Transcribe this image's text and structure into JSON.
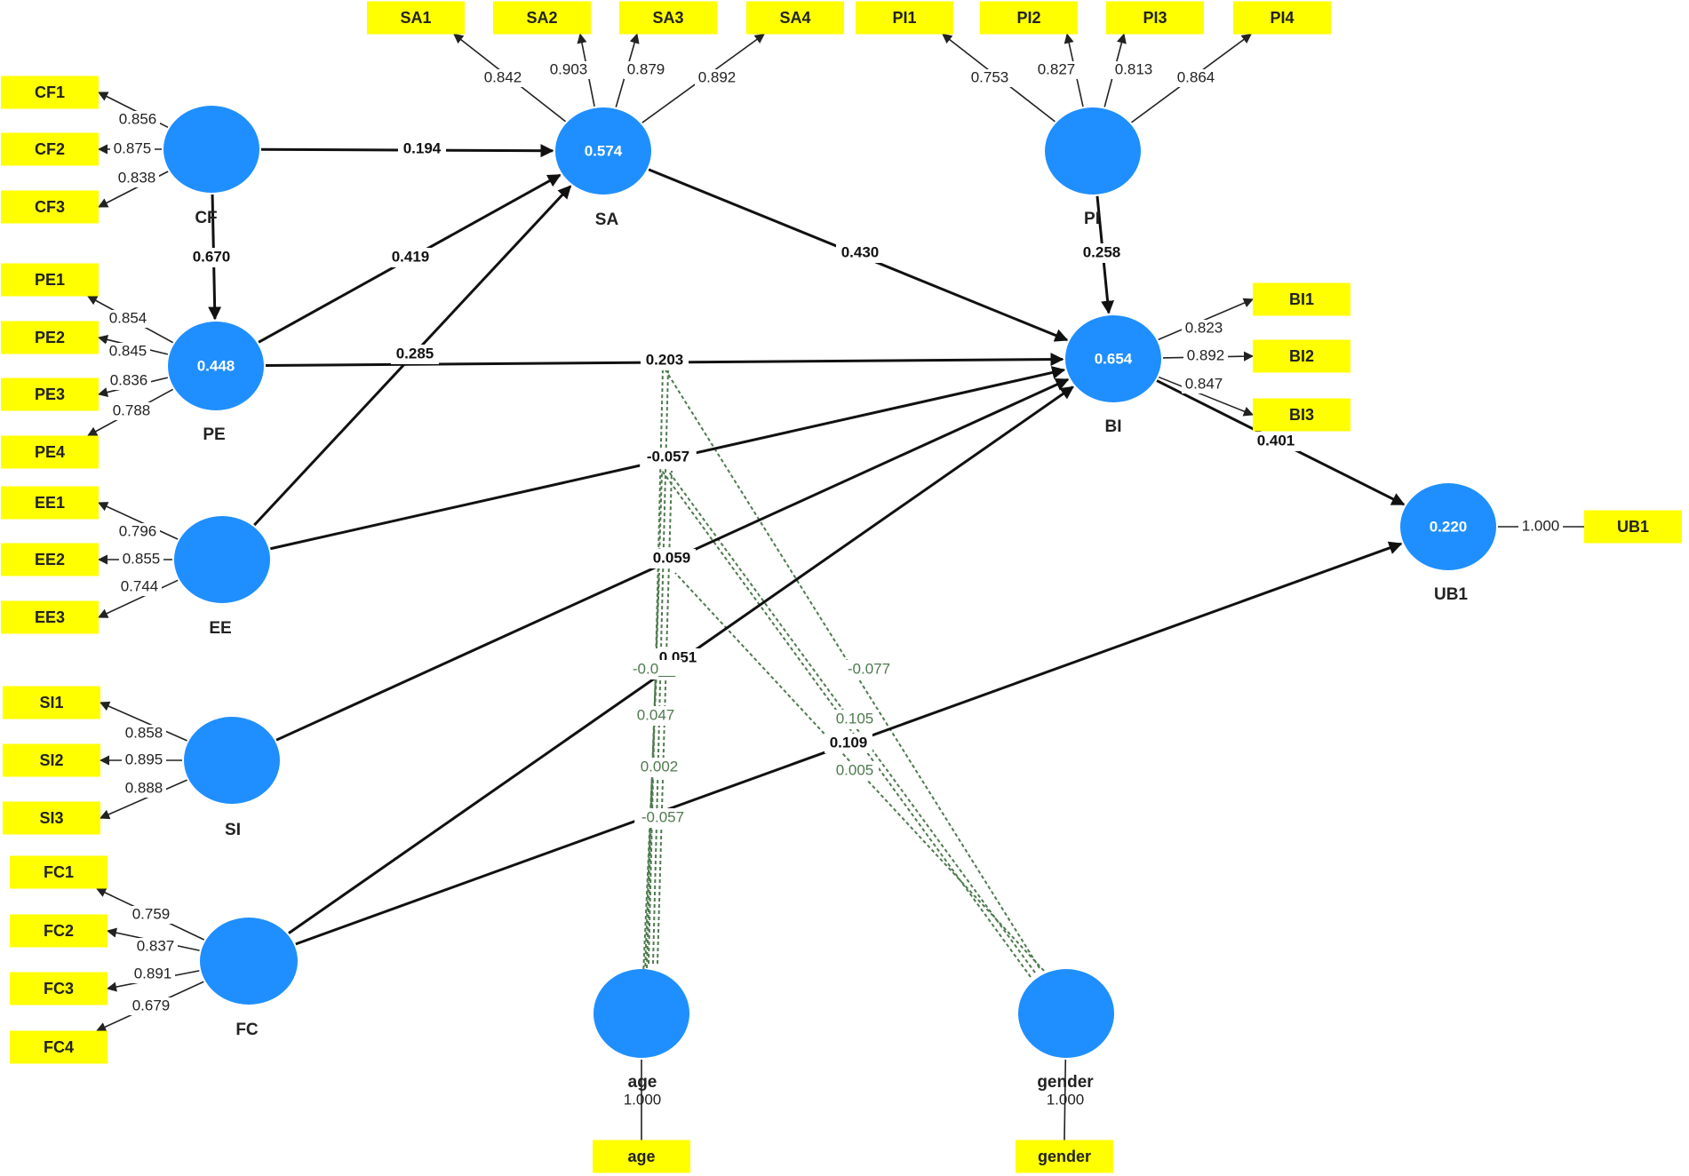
{
  "latents": [
    {
      "id": "CF",
      "label": "CF",
      "value": ""
    },
    {
      "id": "PE",
      "label": "PE",
      "value": "0.448"
    },
    {
      "id": "EE",
      "label": "EE",
      "value": ""
    },
    {
      "id": "SI",
      "label": "SI",
      "value": ""
    },
    {
      "id": "FC",
      "label": "FC",
      "value": ""
    },
    {
      "id": "SA",
      "label": "SA",
      "value": "0.574"
    },
    {
      "id": "PI",
      "label": "PI",
      "value": ""
    },
    {
      "id": "BI",
      "label": "BI",
      "value": "0.654"
    },
    {
      "id": "UB1",
      "label": "UB1",
      "value": "0.220"
    },
    {
      "id": "age",
      "label": "age",
      "value": "",
      "sub": "1.000"
    },
    {
      "id": "gender",
      "label": "gender",
      "value": "",
      "sub": "1.000"
    }
  ],
  "indicators": [
    {
      "id": "CF1",
      "label": "CF1",
      "latent": "CF",
      "loading": "0.856"
    },
    {
      "id": "CF2",
      "label": "CF2",
      "latent": "CF",
      "loading": "0.875"
    },
    {
      "id": "CF3",
      "label": "CF3",
      "latent": "CF",
      "loading": "0.838"
    },
    {
      "id": "PE1",
      "label": "PE1",
      "latent": "PE",
      "loading": "0.854"
    },
    {
      "id": "PE2",
      "label": "PE2",
      "latent": "PE",
      "loading": "0.845"
    },
    {
      "id": "PE3",
      "label": "PE3",
      "latent": "PE",
      "loading": "0.836"
    },
    {
      "id": "PE4",
      "label": "PE4",
      "latent": "PE",
      "loading": "0.788"
    },
    {
      "id": "EE1",
      "label": "EE1",
      "latent": "EE",
      "loading": "0.796"
    },
    {
      "id": "EE2",
      "label": "EE2",
      "latent": "EE",
      "loading": "0.855"
    },
    {
      "id": "EE3",
      "label": "EE3",
      "latent": "EE",
      "loading": "0.744"
    },
    {
      "id": "SI1",
      "label": "SI1",
      "latent": "SI",
      "loading": "0.858"
    },
    {
      "id": "SI2",
      "label": "SI2",
      "latent": "SI",
      "loading": "0.895"
    },
    {
      "id": "SI3",
      "label": "SI3",
      "latent": "SI",
      "loading": "0.888"
    },
    {
      "id": "FC1",
      "label": "FC1",
      "latent": "FC",
      "loading": "0.759"
    },
    {
      "id": "FC2",
      "label": "FC2",
      "latent": "FC",
      "loading": "0.837"
    },
    {
      "id": "FC3",
      "label": "FC3",
      "latent": "FC",
      "loading": "0.891"
    },
    {
      "id": "FC4",
      "label": "FC4",
      "latent": "FC",
      "loading": "0.679"
    },
    {
      "id": "SA1",
      "label": "SA1",
      "latent": "SA",
      "loading": "0.842"
    },
    {
      "id": "SA2",
      "label": "SA2",
      "latent": "SA",
      "loading": "0.903"
    },
    {
      "id": "SA3",
      "label": "SA3",
      "latent": "SA",
      "loading": "0.879"
    },
    {
      "id": "SA4",
      "label": "SA4",
      "latent": "SA",
      "loading": "0.892"
    },
    {
      "id": "PI1",
      "label": "PI1",
      "latent": "PI",
      "loading": "0.753"
    },
    {
      "id": "PI2",
      "label": "PI2",
      "latent": "PI",
      "loading": "0.827"
    },
    {
      "id": "PI3",
      "label": "PI3",
      "latent": "PI",
      "loading": "0.813"
    },
    {
      "id": "PI4",
      "label": "PI4",
      "latent": "PI",
      "loading": "0.864"
    },
    {
      "id": "BI1",
      "label": "BI1",
      "latent": "BI",
      "loading": "0.823"
    },
    {
      "id": "BI2",
      "label": "BI2",
      "latent": "BI",
      "loading": "0.892"
    },
    {
      "id": "BI3",
      "label": "BI3",
      "latent": "BI",
      "loading": "0.847"
    },
    {
      "id": "UB1i",
      "label": "UB1",
      "latent": "UB1",
      "loading": "1.000"
    },
    {
      "id": "agei",
      "label": "age",
      "latent": "age",
      "loading": ""
    },
    {
      "id": "genderi",
      "label": "gender",
      "latent": "gender",
      "loading": ""
    }
  ],
  "paths": [
    {
      "from": "CF",
      "to": "SA",
      "coef": "0.194"
    },
    {
      "from": "CF",
      "to": "PE",
      "coef": "0.670"
    },
    {
      "from": "PE",
      "to": "SA",
      "coef": "0.419"
    },
    {
      "from": "EE",
      "to": "SA",
      "coef": "0.285"
    },
    {
      "from": "PE",
      "to": "BI",
      "coef": "0.203"
    },
    {
      "from": "SA",
      "to": "BI",
      "coef": "0.430"
    },
    {
      "from": "PI",
      "to": "BI",
      "coef": "0.258"
    },
    {
      "from": "EE",
      "to": "BI",
      "coef": "-0.057"
    },
    {
      "from": "SI",
      "to": "BI",
      "coef": "0.059"
    },
    {
      "from": "FC",
      "to": "BI",
      "coef": "0.051"
    },
    {
      "from": "FC",
      "to": "UB1",
      "coef": "0.109"
    },
    {
      "from": "BI",
      "to": "UB1",
      "coef": "0.401"
    }
  ],
  "moderator_labels": {
    "age": [
      "-0.0__",
      "0.047",
      "0.002",
      "-0.057"
    ],
    "gender": [
      "-0.077",
      "0.105",
      "0.005"
    ]
  },
  "colors": {
    "latent": "#1f8fff",
    "indicator": "#ffff00",
    "moderation": "#4f7a4f",
    "path": "#111111"
  }
}
